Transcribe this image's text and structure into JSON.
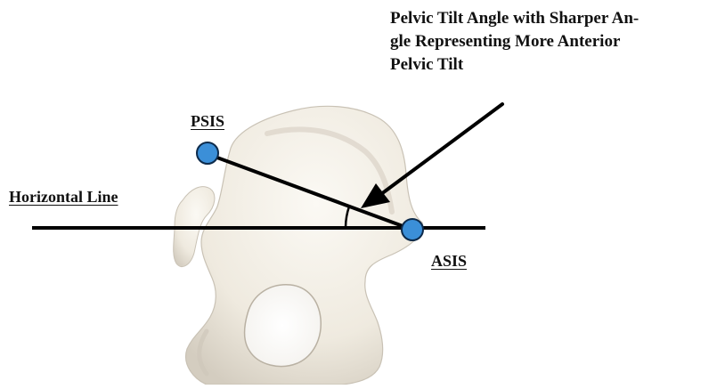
{
  "caption": {
    "line1": "Pelvic Tilt Angle with Sharper An-",
    "line2": "gle Representing More Anterior",
    "line3": "Pelvic Tilt"
  },
  "labels": {
    "psis": "PSIS",
    "horizontal_line": "Horizontal Line",
    "asis": "ASIS"
  },
  "colors": {
    "landmark_fill": "#3b8fd8",
    "landmark_stroke": "#0d2a4a",
    "bone": "#f1ede4",
    "bone_shadow": "#c8c2b6",
    "line": "#000000"
  },
  "icons": {
    "landmark": "circle-marker",
    "pointer": "arrow"
  }
}
